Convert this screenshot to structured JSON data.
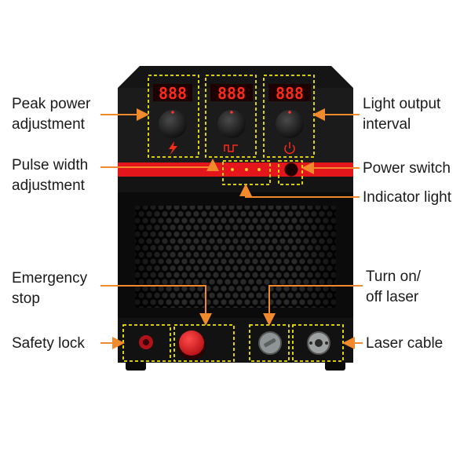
{
  "labels": {
    "peak_power": [
      "Peak power",
      "adjustment"
    ],
    "pulse_width": [
      "Pulse width",
      "adjustment"
    ],
    "emergency_stop": [
      "Emergency",
      "stop"
    ],
    "safety_lock": [
      "Safety lock"
    ],
    "light_output": [
      "Light output",
      "interval"
    ],
    "power_switch": [
      "Power switch"
    ],
    "indicator_light": [
      "Indicator light"
    ],
    "turn_on_off": [
      "Turn on/",
      "off laser"
    ],
    "laser_cable": [
      "Laser cable"
    ]
  },
  "displays": [
    "888",
    "888",
    "888"
  ],
  "colors": {
    "callout_box": "#f2e600",
    "arrow": "#f08a2c",
    "red_strip": "#e4161b",
    "display_digits": "#ff2a1a",
    "body": "#161616",
    "grille": "#2a2a2a",
    "estop": "#e31b23"
  },
  "icons": {
    "knob1_symbol": "lightning-icon",
    "knob2_symbol": "pulse-wave-icon",
    "knob3_symbol": "power-icon"
  }
}
